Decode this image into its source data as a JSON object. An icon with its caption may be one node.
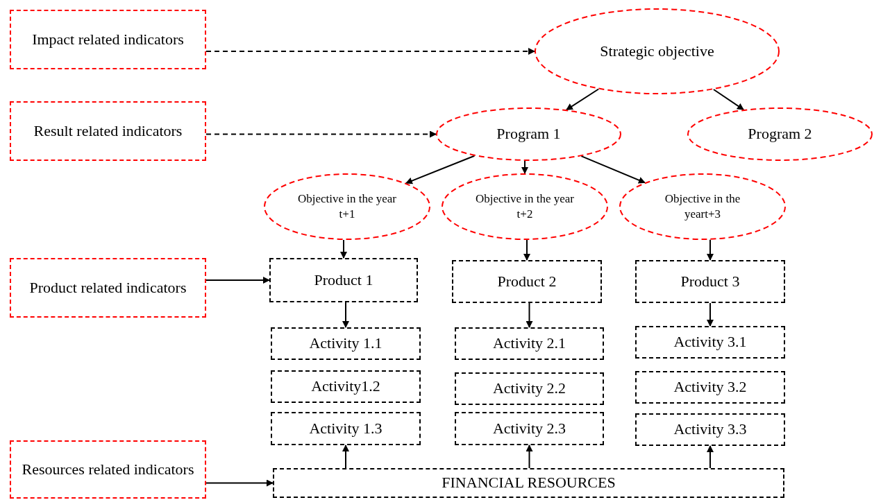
{
  "diagram": {
    "nodes": [
      {
        "text": [
          "Impact related indicators"
        ]
      },
      {
        "text": [
          "Strategic objective"
        ]
      },
      {
        "text": [
          "Result related indicators"
        ]
      },
      {
        "text": [
          "Program 1"
        ]
      },
      {
        "text": [
          "Program 2"
        ]
      },
      {
        "text": [
          "Objective in the year t+1"
        ]
      },
      {
        "text": [
          "Objective in the year t+2"
        ]
      },
      {
        "text": [
          "Objective in the yeart+3"
        ]
      },
      {
        "text": [
          "Product related indicators"
        ]
      },
      {
        "text": [
          "Product 1"
        ]
      },
      {
        "text": [
          "Product 2"
        ]
      },
      {
        "text": [
          "Product 3"
        ]
      },
      {
        "text": [
          "Activity 1.1"
        ]
      },
      {
        "text": [
          "Activity1.2"
        ]
      },
      {
        "text": [
          "Activity 1.3"
        ]
      },
      {
        "text": [
          "Activity 2.1"
        ]
      },
      {
        "text": [
          "Activity 2.2"
        ]
      },
      {
        "text": [
          "Activity 2.3"
        ]
      },
      {
        "text": [
          "Activity 3.1"
        ]
      },
      {
        "text": [
          "Activity 3.2"
        ]
      },
      {
        "text": [
          "Activity 3.3"
        ]
      },
      {
        "text": [
          "Resources related indicators"
        ]
      },
      {
        "text": [
          "FINANCIAL RESOURCES"
        ]
      }
    ],
    "edges": [
      {
        "from": 0,
        "to": 1,
        "arrow": "to",
        "style": "dashed"
      },
      {
        "from": 1,
        "to": 3,
        "arrow": "to"
      },
      {
        "from": 1,
        "to": 4,
        "arrow": "to"
      },
      {
        "from": 2,
        "to": 3,
        "arrow": "to",
        "style": "dashed"
      },
      {
        "from": 3,
        "to": 5,
        "arrow": "to"
      },
      {
        "from": 3,
        "to": 6,
        "arrow": "to"
      },
      {
        "from": 3,
        "to": 7,
        "arrow": "to"
      },
      {
        "from": 5,
        "to": 9,
        "arrow": "to"
      },
      {
        "from": 6,
        "to": 10,
        "arrow": "to"
      },
      {
        "from": 7,
        "to": 11,
        "arrow": "to"
      },
      {
        "from": 8,
        "to": 9,
        "arrow": "to"
      },
      {
        "from": 9,
        "to": 12,
        "arrow": "to"
      },
      {
        "from": 10,
        "to": 15,
        "arrow": "to"
      },
      {
        "from": 11,
        "to": 18,
        "arrow": "to"
      },
      {
        "from": 21,
        "to": 22,
        "arrow": "to"
      },
      {
        "from": 22,
        "to": 14,
        "arrow": "to"
      },
      {
        "from": 22,
        "to": 17,
        "arrow": "to"
      },
      {
        "from": 22,
        "to": 20,
        "arrow": "to"
      }
    ]
  }
}
